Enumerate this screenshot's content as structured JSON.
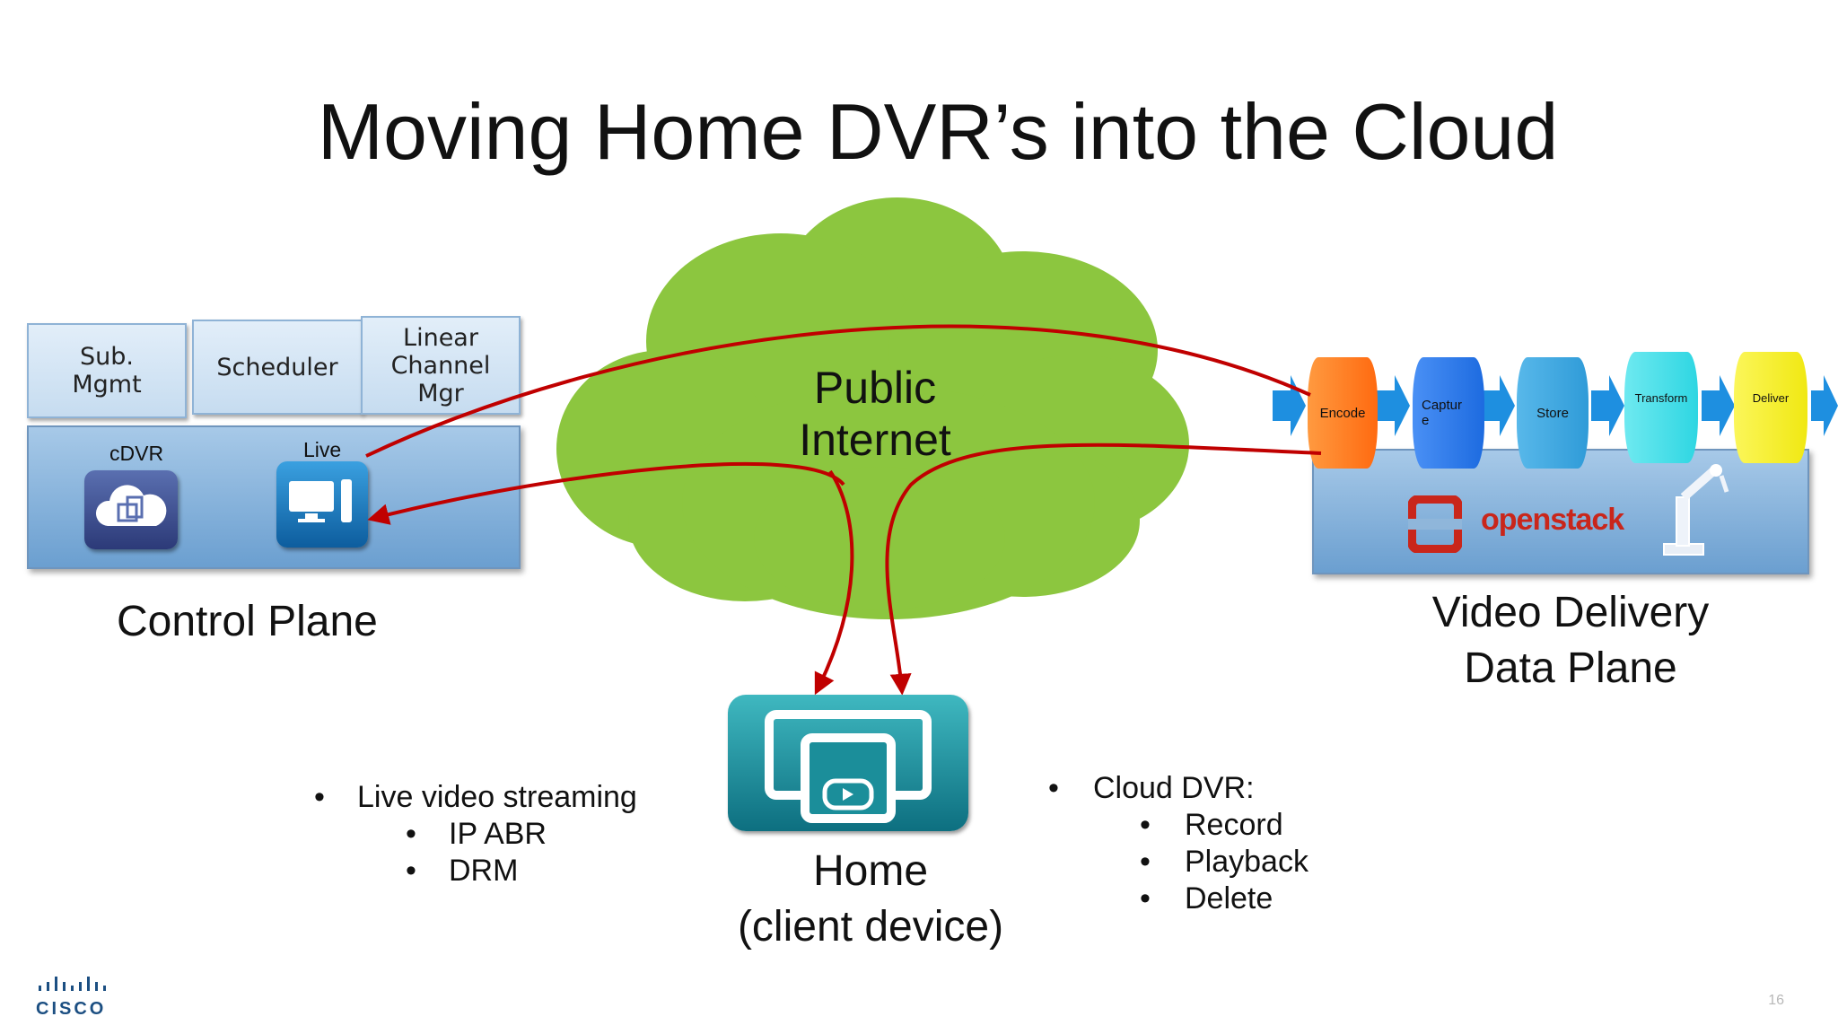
{
  "title": "Moving Home DVR’s into the Cloud",
  "control_plane": {
    "modules": [
      {
        "label": "Sub.\nMgmt"
      },
      {
        "label": "Scheduler"
      },
      {
        "label": "Linear\nChannel\nMgr"
      }
    ],
    "cdvr_label": "cDVR",
    "live_label": "Live",
    "caption": "Control Plane"
  },
  "cloud": {
    "label": "Public\nInternet"
  },
  "pipeline": {
    "stages": [
      {
        "label": "Encode",
        "color": "#ff7a1a"
      },
      {
        "label": "Captur\ne",
        "color": "#2f7df0"
      },
      {
        "label": "Store",
        "color": "#3ba7e0"
      },
      {
        "label": "Transform",
        "color": "#38dbe6"
      },
      {
        "label": "Deliver",
        "color": "#f5f020"
      }
    ],
    "platform_label": "openstack",
    "caption": "Video Delivery\nData Plane"
  },
  "home": {
    "caption": "Home\n(client device)"
  },
  "bullets_left": {
    "heading": "Live video streaming",
    "items": [
      "IP ABR",
      "DRM"
    ]
  },
  "bullets_right": {
    "heading": "Cloud DVR:",
    "items": [
      "Record",
      "Playback",
      "Delete"
    ]
  },
  "bullet_char": "•",
  "brand": "CISCO",
  "page_number": "16",
  "colors": {
    "cloud": "#8cc63f",
    "arrow": "#c00000",
    "flow_arrow": "#1e8fe0"
  }
}
